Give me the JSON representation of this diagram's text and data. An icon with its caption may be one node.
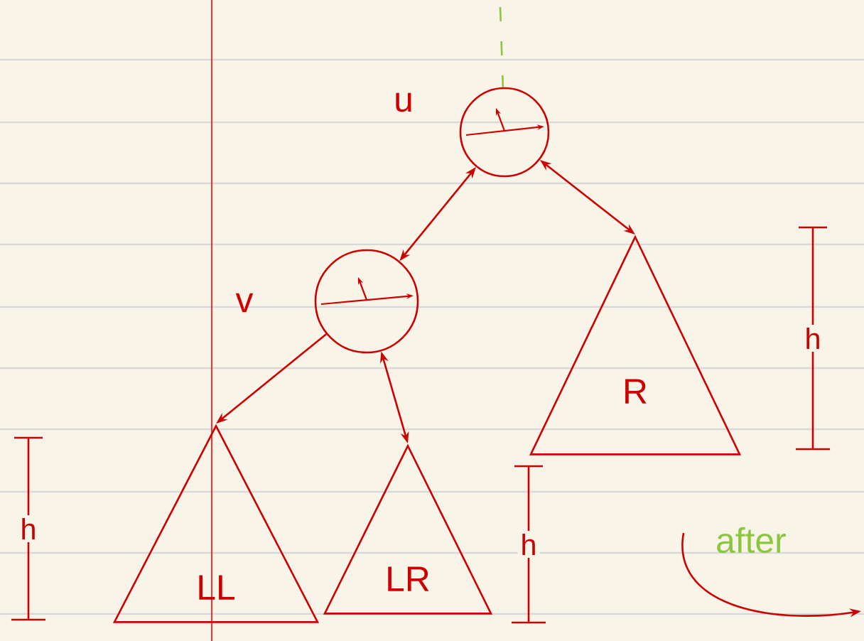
{
  "diagram": {
    "nodes": [
      {
        "text": [],
        "shape": "circle",
        "beside": [
          "u"
        ]
      },
      {
        "text": [],
        "shape": "circle",
        "beside": [
          "v"
        ]
      },
      {
        "text": [
          "R"
        ]
      },
      {
        "text": [
          "LL"
        ]
      },
      {
        "text": [
          "LR"
        ]
      }
    ],
    "edges": [
      {
        "from": null,
        "to": 0,
        "arrow": "none",
        "style": "dashed",
        "color": "#8cc63f"
      },
      {
        "from": 0,
        "to": 1,
        "arrow": "both"
      },
      {
        "from": 0,
        "to": 2,
        "arrow": "both"
      },
      {
        "from": 1,
        "to": 3,
        "arrow": "to"
      },
      {
        "from": 1,
        "to": 4,
        "arrow": "both"
      }
    ],
    "labels": [
      "h",
      "h",
      "h",
      "after"
    ]
  }
}
